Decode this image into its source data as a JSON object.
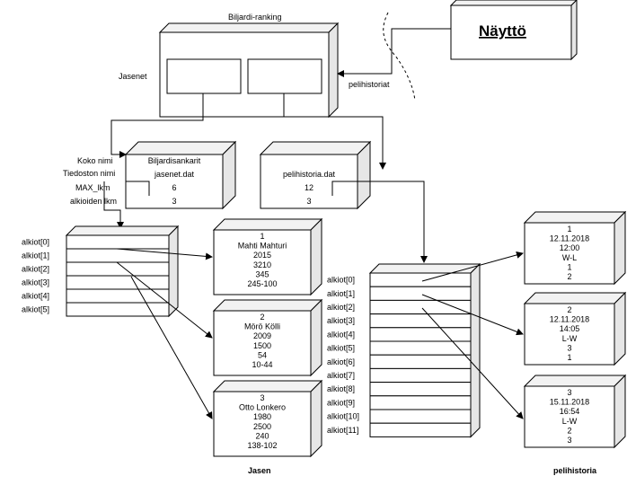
{
  "title": "Biljardi-ranking",
  "naytto": "Näyttö",
  "pelihistoriat_label": "pelihistoriat",
  "jasenet_label": "Jasenet",
  "field_labels": [
    "Koko nimi",
    "Tiedoston nimi",
    "MAX_lkm",
    "alkioiden lkm"
  ],
  "members_box": {
    "title": "Biljardisankarit",
    "file": "jasenet.dat",
    "max": "6",
    "count": "3"
  },
  "history_box": {
    "file": "pelihistoria.dat",
    "max": "12",
    "count": "3"
  },
  "members_array_labels": [
    "alkiot[0]",
    "alkiot[1]",
    "alkiot[2]",
    "alkiot[3]",
    "alkiot[4]",
    "alkiot[5]"
  ],
  "history_array_labels": [
    "alkiot[0]",
    "alkiot[1]",
    "alkiot[2]",
    "alkiot[3]",
    "alkiot[4]",
    "alkiot[5]",
    "alkiot[6]",
    "alkiot[7]",
    "alkiot[8]",
    "alkiot[9]",
    "alkiot[10]",
    "alkiot[11]"
  ],
  "members": [
    {
      "lines": [
        "1",
        "Mahti Mahturi",
        "2015",
        "3210",
        "345",
        "245-100"
      ]
    },
    {
      "lines": [
        "2",
        "Mörö Kölli",
        "2009",
        "1500",
        "54",
        "10-44"
      ]
    },
    {
      "lines": [
        "3",
        "Otto Lonkero",
        "1980",
        "2500",
        "240",
        "138-102"
      ]
    }
  ],
  "games": [
    {
      "lines": [
        "1",
        "12.11.2018",
        "12:00",
        "W-L",
        "1",
        "2"
      ]
    },
    {
      "lines": [
        "2",
        "12.11.2018",
        "14:05",
        "L-W",
        "3",
        "1"
      ]
    },
    {
      "lines": [
        "3",
        "15.11.2018",
        "16:54",
        "L-W",
        "2",
        "3"
      ]
    }
  ],
  "jasen_caption": "Jasen",
  "pelihistoria_caption": "pelihistoria"
}
